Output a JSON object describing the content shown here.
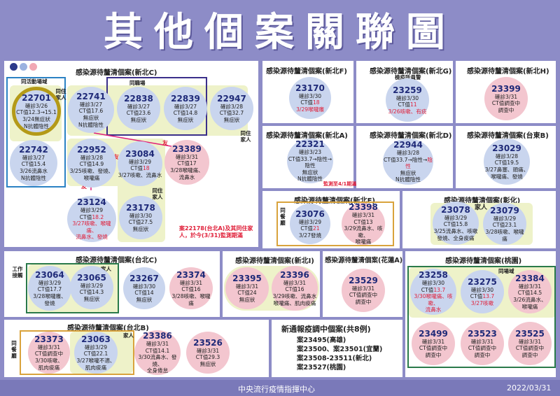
{
  "title": "其他個案關聯圖",
  "footer": {
    "center": "中央流行疫情指揮中心",
    "date": "2022/03/31"
  },
  "legend_icons": [
    "legend-badge-1",
    "legend-badge-2",
    "legend-badge-3"
  ],
  "panels": {
    "ntc": "感染源待釐清個案(新北C)",
    "ntf": "感染源待釐清個案(新北F)",
    "ntg": "感染源待釐清個案(新北G)",
    "nth": "感染源待釐清個案(新北H)",
    "nta": "感染源待釐清個案(新北A)",
    "ntd": "感染源待釐清個案(新北D)",
    "ttb": "感染源待釐清個案(台東B)",
    "nte": "感染源待釐清個案(新北E)",
    "chh": "感染源待釐清個案(彰化)",
    "tpc": "感染源待釐清個案(台北C)",
    "nti": "感染源待釐清個案(新北I)",
    "hla": "感染源待釐清個案(花蓮A)",
    "tyn": "感染源待釐清個案(桃園)",
    "tpb": "感染源待釐清個案(台北B)"
  },
  "labels": {
    "same_activity": "同活動場域",
    "cohabit_1": "同住家人",
    "same_place": "同職場",
    "cohabit_2": "同住家人",
    "cohabit_3": "同住家人",
    "sub_g": "檢疫所員警",
    "monitor": "監測至4/1期滿",
    "same_meal_e": "同餐廳",
    "family_chh": "家人",
    "work": "工作接觸",
    "family_tpc": "家人",
    "same_field": "同場域",
    "same_meal_b": "同餐廳",
    "family_tpb": "家人",
    "friend_1": "友",
    "friend_2": "友",
    "friend_3": "友",
    "note": "案22178(台北A)及其同住家人，於今(3/31)監測期滿"
  },
  "cases": {
    "c22701": {
      "id": "22701",
      "l1": "確診3/26",
      "l2": "CT值12.3→15.1",
      "l3": "3/24無症狀",
      "l4": "N抗體陰性"
    },
    "c22741": {
      "id": "22741",
      "l1": "確診3/27",
      "l2": "CT值17.6",
      "l3": "無症狀",
      "l4": "N抗體陰性"
    },
    "c22838": {
      "id": "22838",
      "l1": "確診3/27",
      "l2": "CT值23.6",
      "l3": "無症狀"
    },
    "c22839": {
      "id": "22839",
      "l1": "確診3/27",
      "l2": "CT值14.8",
      "l3": "無症狀"
    },
    "c22947": {
      "id": "22947",
      "l1": "確診3/28",
      "l2": "CT值32.7",
      "l3": "無症狀"
    },
    "c22742": {
      "id": "22742",
      "l1": "確診3/27",
      "l2": "CT值15.4",
      "l3": "3/26流鼻水",
      "l4": "N抗體陰性"
    },
    "c22952": {
      "id": "22952",
      "l1": "確診3/28",
      "l2": "CT值14.9",
      "l3": "3/25咳嗽、發燒、",
      "l4": "喉嚨痛"
    },
    "c23084": {
      "id": "23084",
      "l1": "確診3/29",
      "l2a": "CT值",
      "l2b": "18",
      "l3": "3/27咳嗽、流鼻水"
    },
    "c23389": {
      "id": "23389",
      "l1": "確診3/31",
      "l2": "CT值17",
      "l3": "3/28喉嚨痛、",
      "l4": "流鼻水"
    },
    "c23124": {
      "id": "23124",
      "l1": "確診3/29",
      "l2a": "CT值",
      "l2b": "18.2",
      "l3": "3/27咳嗽、喉嚨痛、",
      "l4": "流鼻水、發燒"
    },
    "c23178": {
      "id": "23178",
      "l1": "確診3/30",
      "l2": "CT值27.5",
      "l3": "無症狀"
    },
    "c23170": {
      "id": "23170",
      "l1": "確診3/30",
      "l2a": "CT值",
      "l2b": "18",
      "l3": "3/29喉嚨癢"
    },
    "c23259": {
      "id": "23259",
      "l1": "確診3/30",
      "l2a": "CT值",
      "l2b": "11",
      "l3": "3/26咳嗽、有痰"
    },
    "c23399": {
      "id": "23399",
      "l1": "確診3/31",
      "l2": "CT值調查中",
      "l3": "調查中"
    },
    "c22321": {
      "id": "22321",
      "l1": "確診3/23",
      "l2": "CT值33.7→陰性→陰性",
      "l3": "無症狀",
      "l4": "N抗體陰性"
    },
    "c22944": {
      "id": "22944",
      "l1": "確診3/28",
      "l2a": "CT值33.7→陰性→",
      "l2b": "陰性",
      "l3": "無症狀",
      "l4": "N抗體陰性"
    },
    "c23029": {
      "id": "23029",
      "l1": "確診3/28",
      "l2": "CT值19.5",
      "l3": "3/27鼻塞、頭痛、",
      "l4": "喉嚨痛、發燒"
    },
    "c23076": {
      "id": "23076",
      "l1": "確診3/29",
      "l2a": "CT值",
      "l2b": "21",
      "l3": "3/27發燒"
    },
    "c23398": {
      "id": "23398",
      "l1": "確診3/31",
      "l2": "CT值13",
      "l3": "3/29流鼻水、咳嗽、",
      "l4": "喉嚨痛"
    },
    "c23078": {
      "id": "23078",
      "l1": "確診3/29",
      "l2": "CT值15.8",
      "l3": "3/25流鼻水、咳嗽",
      "l4": "發燒、全身痠痛"
    },
    "c23079": {
      "id": "23079",
      "l1": "確診3/29",
      "l2": "CT值23.1",
      "l3": "3/28咳嗽、喉嚨痛"
    },
    "c23064": {
      "id": "23064",
      "l1": "確診3/29",
      "l2": "CT值17.7",
      "l3": "3/28喉嚨癢、",
      "l4": "發燒"
    },
    "c23065": {
      "id": "23065",
      "l1": "確診3/29",
      "l2": "CT值14.3",
      "l3": "無症狀"
    },
    "c23267": {
      "id": "23267",
      "l1": "確診3/30",
      "l2": "CT值14",
      "l3": "無症狀"
    },
    "c23374": {
      "id": "23374",
      "l1": "確診3/31",
      "l2": "CT值16",
      "l3": "3/28咳嗽、喉嚨痛"
    },
    "c23395": {
      "id": "23395",
      "l1": "確診3/31",
      "l2": "CT值24",
      "l3": "無症狀"
    },
    "c23396": {
      "id": "23396",
      "l1": "確診3/31",
      "l2": "CT值16",
      "l3": "3/29咳嗽、流鼻水",
      "l4": "喉嚨痛、肌肉痠痛"
    },
    "c23529": {
      "id": "23529",
      "l1": "確診3/31",
      "l2": "CT值調查中",
      "l3": "調查中"
    },
    "c23258": {
      "id": "23258",
      "l1": "確診3/30",
      "l2a": "CT值",
      "l2b": "13.7",
      "l3": "3/30喉嚨痛、咳嗽、",
      "l4": "流鼻水"
    },
    "c23275": {
      "id": "23275",
      "l1": "確診3/30",
      "l2a": "CT值",
      "l2b": "13.7",
      "l3": "3/27咳嗽"
    },
    "c23384": {
      "id": "23384",
      "l1": "確診3/31",
      "l2": "CT值14.5",
      "l3": "3/26流鼻水、",
      "l4": "喉嚨痛"
    },
    "c23499": {
      "id": "23499",
      "l1": "確診3/31",
      "l2": "CT值調查中",
      "l3": "調查中"
    },
    "c23523": {
      "id": "23523",
      "l1": "確診3/31",
      "l2": "CT值調查中",
      "l3": "調查中"
    },
    "c23525": {
      "id": "23525",
      "l1": "確診3/31",
      "l2": "CT值調查中",
      "l3": "調查中"
    },
    "c23373": {
      "id": "23373",
      "l1": "確診3/31",
      "l2": "CT值調查中",
      "l3": "3/30咳嗽、",
      "l4": "肌肉痠痛"
    },
    "c23063": {
      "id": "23063",
      "l1": "確診3/29",
      "l2": "CT值22.1",
      "l3": "3/27喉嚨不適、",
      "l4": "肌肉痠痛"
    },
    "c23386": {
      "id": "23386",
      "l1": "確診3/31",
      "l2": "CT值14.1",
      "l3": "3/30流鼻水、發燒、",
      "l4": "全身倦怠"
    },
    "c23526": {
      "id": "23526",
      "l1": "確診3/31",
      "l2": "CT值29.3",
      "l3": "無症狀"
    }
  },
  "new_cases": {
    "title": "新通報疫調中個案(共8例)",
    "lines": [
      "案23495(高雄)",
      "案23500、案23501(宜蘭)",
      "案23508-23511(新北)",
      "案23527(桃園)"
    ]
  }
}
